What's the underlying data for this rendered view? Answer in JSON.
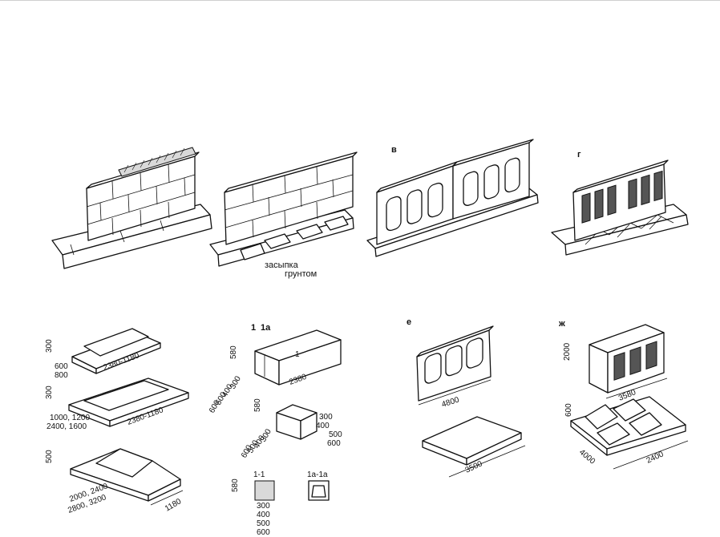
{
  "figure": {
    "panel_letters": {
      "a": "",
      "b": "",
      "v": "в",
      "g": "г",
      "d": "",
      "e": "е",
      "zh": "ж"
    },
    "annotation_fill": "засыпка",
    "annotation_soil": "грунтом",
    "section_marks": {
      "m1": "1",
      "m1a": "1а",
      "m1_inner": "1",
      "sec_1_1": "1-1",
      "sec_1a_1a": "1а-1а"
    },
    "dims_a": {
      "d300": "300",
      "d600": "600",
      "d800": "800",
      "len1": "2380-1180",
      "d300b": "300",
      "w2a": "1000, 1200",
      "w2b": "2400, 1600",
      "len2": "2380-1180",
      "d500": "500",
      "len3a": "2000, 2400",
      "len3b": "2800, 3200",
      "d1180": "1180"
    },
    "dims_b": {
      "h580": "580",
      "len2380": "2380",
      "w300": "300",
      "w400": "400",
      "w500": "500",
      "w600": "600",
      "h580b": "580",
      "s300": "300",
      "s400": "400",
      "s500": "500",
      "s600": "600",
      "s300b": "300",
      "s400b": "400",
      "s500b": "500",
      "s600b": "600",
      "h580c": "580",
      "c300": "300",
      "c400": "400",
      "c500": "500",
      "c600": "600"
    },
    "dims_e": {
      "len4800": "4800",
      "len3500": "3500"
    },
    "dims_zh": {
      "h2000": "2000",
      "len3580": "3580",
      "h600": "600",
      "len4000": "4000",
      "w2400": "2400"
    }
  }
}
